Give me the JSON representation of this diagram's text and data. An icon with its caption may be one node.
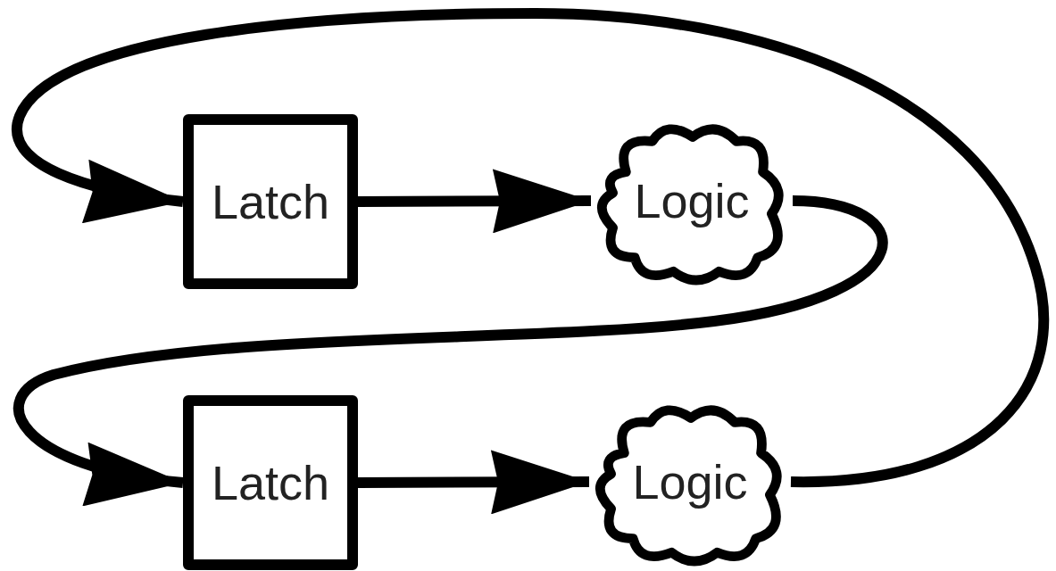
{
  "diagram": {
    "nodes": [
      {
        "text": [
          "Latch"
        ]
      },
      {
        "text": [
          "Logic"
        ]
      },
      {
        "text": [
          "Latch"
        ]
      },
      {
        "text": [
          "Logic"
        ]
      }
    ],
    "edges": [
      {
        "from": 0,
        "to": 1,
        "arrow": "to"
      },
      {
        "from": 1,
        "to": 2,
        "arrow": "to"
      },
      {
        "from": 2,
        "to": 3,
        "arrow": "to"
      },
      {
        "from": 3,
        "to": 0,
        "arrow": "to"
      }
    ]
  }
}
